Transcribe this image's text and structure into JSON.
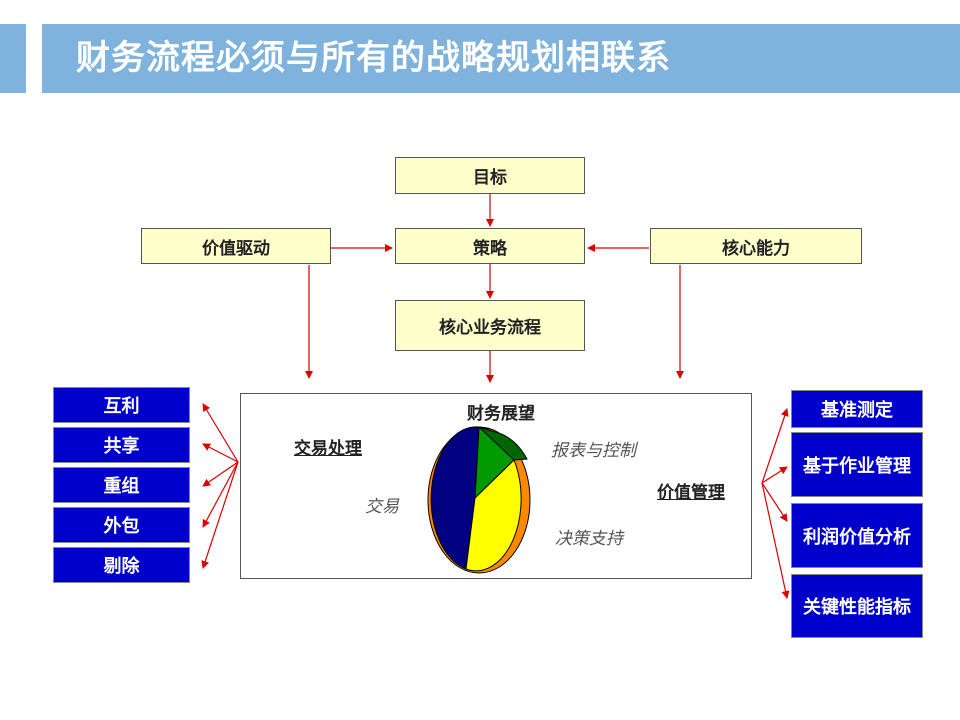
{
  "title": "财务流程必须与所有的战略规划相联系",
  "flow": {
    "goal": "目标",
    "strategy": "策略",
    "value_driver": "价值驱动",
    "core_ability": "核心能力",
    "core_process": "核心业务流程"
  },
  "left_items": [
    "互利",
    "共享",
    "重组",
    "外包",
    "剔除"
  ],
  "right_items": [
    "基准测定",
    "基于作业管理",
    "利润价值分析",
    "关键性能指标"
  ],
  "center": {
    "title": "财务展望",
    "transaction_processing": "交易处理",
    "value_management": "价值管理",
    "label_transaction": "交易",
    "label_report_control": "报表与控制",
    "label_decision_support": "决策支持"
  },
  "colors": {
    "header": "#7fb2dd",
    "yellow_box": "#ffffcc",
    "blue_box": "#0000cc",
    "arrow": "#dd0000",
    "pie_navy": "#000080",
    "pie_green": "#009900",
    "pie_yellow": "#ffff00",
    "pie_orange": "#ff8800"
  }
}
